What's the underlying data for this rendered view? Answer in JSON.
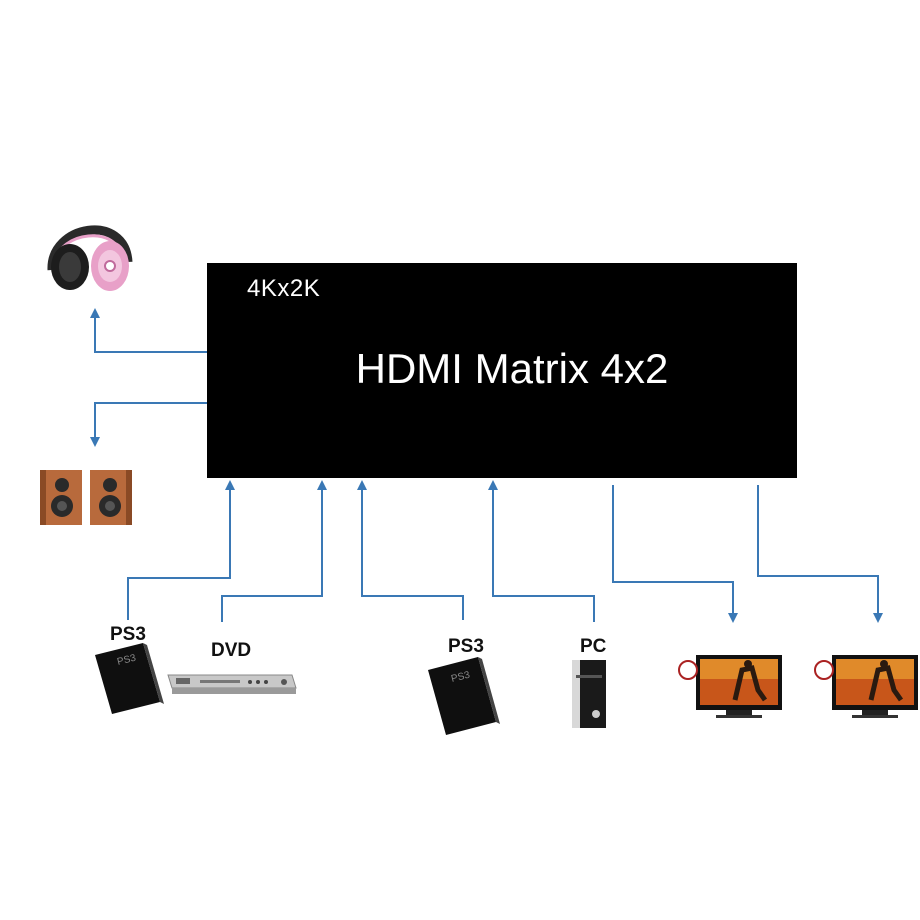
{
  "device": {
    "resolution": "4Kx2K",
    "name": "HDMI Matrix 4x2"
  },
  "sources": [
    {
      "label": "PS3",
      "icon": "ps3-console-icon"
    },
    {
      "label": "DVD",
      "icon": "dvd-player-icon"
    },
    {
      "label": "PS3",
      "icon": "ps3-console-icon"
    },
    {
      "label": "PC",
      "icon": "pc-tower-icon"
    }
  ],
  "audio_outputs": [
    {
      "icon": "headphones-icon"
    },
    {
      "icon": "speakers-icon"
    }
  ],
  "displays": [
    {
      "icon": "tv-display-icon"
    },
    {
      "icon": "tv-display-icon"
    }
  ],
  "colors": {
    "connector": "#3a78b5",
    "box": "#000000",
    "headphone_accent": "#e8a0c8"
  }
}
